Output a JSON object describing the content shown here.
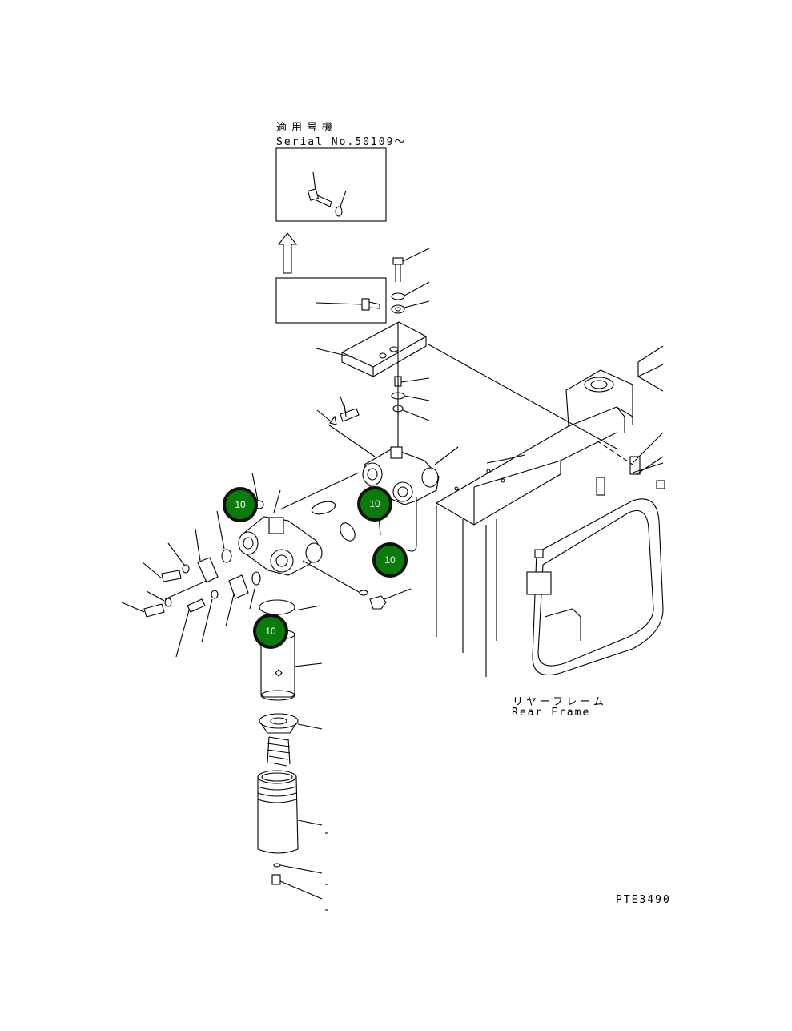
{
  "inset": {
    "title_jp": "適用号機",
    "title_en": "Serial No.50109～"
  },
  "frame_label": {
    "jp": "リヤーフレーム",
    "en": "Rear Frame"
  },
  "drawing_code": "PTE3490",
  "callouts": [
    {
      "id": "callout-1",
      "label": "10"
    },
    {
      "id": "callout-2",
      "label": "10"
    },
    {
      "id": "callout-3",
      "label": "10"
    },
    {
      "id": "callout-4",
      "label": "10"
    }
  ]
}
